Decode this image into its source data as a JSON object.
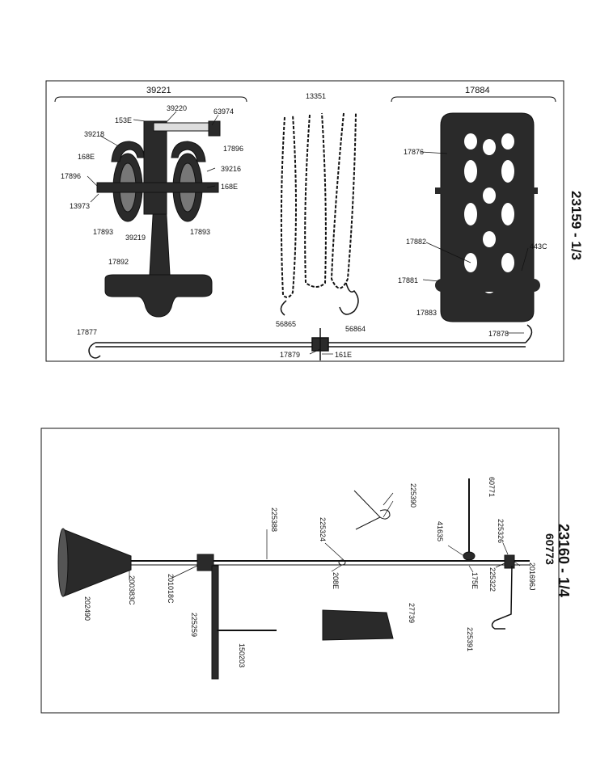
{
  "panel_top": {
    "sheet_ref": "23159 - 1/3",
    "group_left": "39221",
    "group_middle": "13351",
    "group_right": "17884",
    "labels": {
      "p153e": "153E",
      "p39220": "39220",
      "p63974": "63974",
      "p39218a": "39218",
      "p17896a": "17896",
      "p168e_l": "168E",
      "p17896b": "17896",
      "p39216": "39216",
      "p168e_r": "168E",
      "p13973": "13973",
      "p17893a": "17893",
      "p39219": "39219",
      "p17893b": "17893",
      "p17892": "17892",
      "p56865": "56865",
      "p56864": "56864",
      "p17876": "17876",
      "p17882": "17882",
      "p443c": "443C",
      "p17881": "17881",
      "p17883": "17883",
      "p17877": "17877",
      "p17878": "17878",
      "p17879": "17879",
      "p161e": "161E"
    }
  },
  "panel_bottom": {
    "sheet_ref": "23160 - 1/4",
    "sub_ref": "60773",
    "labels": {
      "p225390": "225390",
      "p60771": "60771",
      "p225388": "225388",
      "p225324": "225324",
      "p41635": "41635",
      "p225326": "225326",
      "p201696j": "201696J",
      "p225322": "225322",
      "p175e": "175E",
      "p208e": "208E",
      "p201018c": "201018C",
      "p200383c": "200383C",
      "p202490": "202490",
      "p225259": "225259",
      "p150203": "150203",
      "p27739": "27739",
      "p225391": "225391"
    }
  },
  "colors": {
    "ink": "#111111",
    "paper": "#ffffff",
    "shade": "#2a2a2a"
  }
}
